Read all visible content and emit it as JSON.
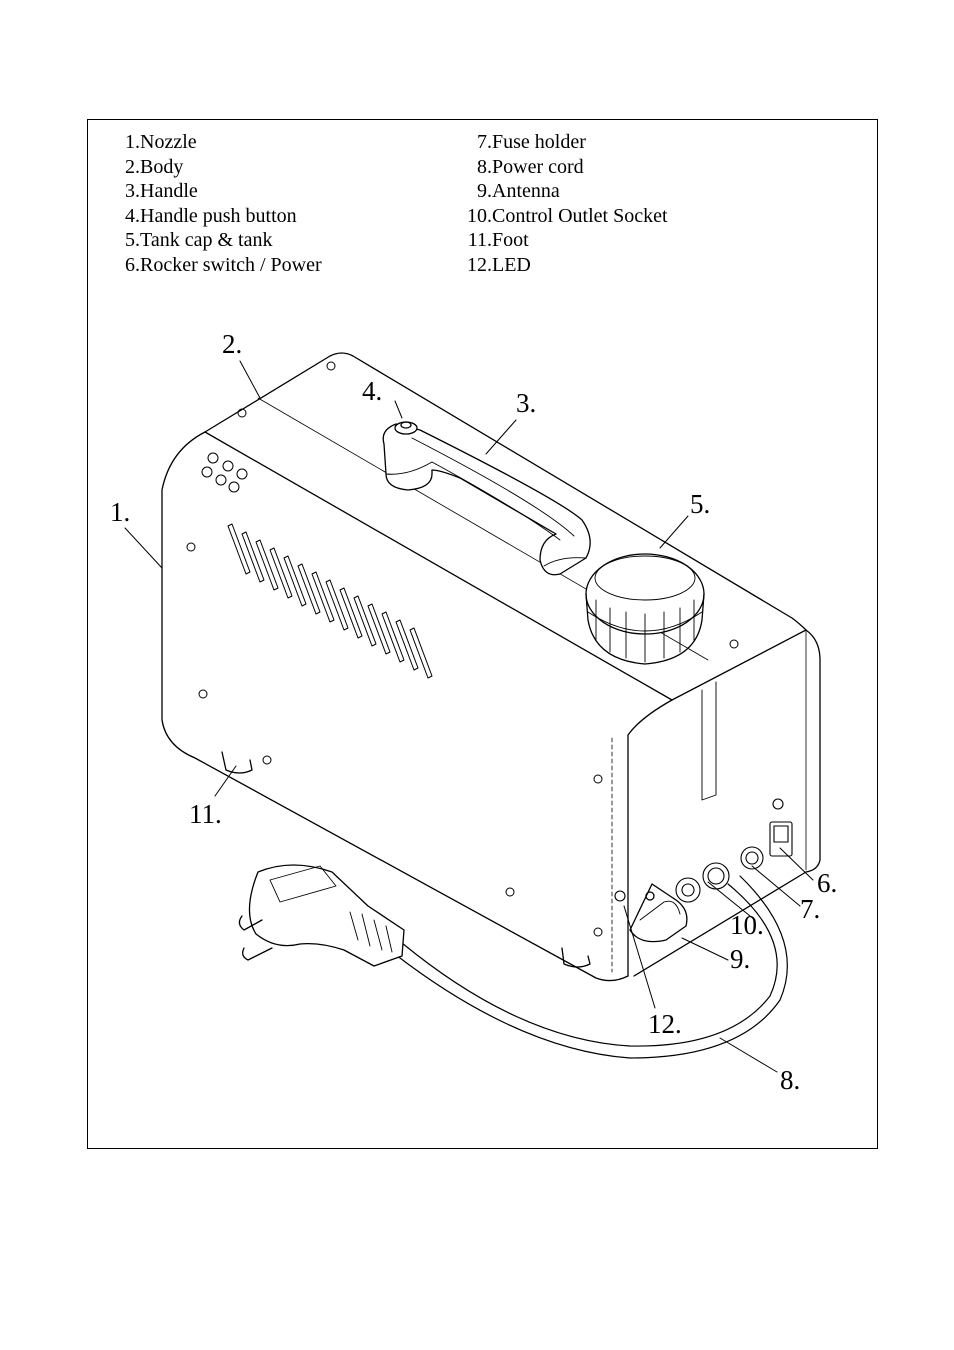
{
  "legend_left": [
    {
      "num": "1.",
      "label": "Nozzle"
    },
    {
      "num": "2.",
      "label": "Body"
    },
    {
      "num": "3.",
      "label": "Handle"
    },
    {
      "num": "4.",
      "label": "Handle push button"
    },
    {
      "num": "5.",
      "label": "Tank cap & tank"
    },
    {
      "num": "6.",
      "label": "Rocker switch / Power"
    }
  ],
  "legend_right": [
    {
      "num": "7.",
      "label": "Fuse holder"
    },
    {
      "num": "8.",
      "label": "Power cord"
    },
    {
      "num": "9.",
      "label": "Antenna"
    },
    {
      "num": "10.",
      "label": "Control Outlet Socket"
    },
    {
      "num": "11.",
      "label": "Foot"
    },
    {
      "num": "12.",
      "label": "LED"
    }
  ],
  "callouts": {
    "c1": "1.",
    "c2": "2.",
    "c3": "3.",
    "c4": "4.",
    "c5": "5.",
    "c6": "6.",
    "c7": "7.",
    "c8": "8.",
    "c9": "9.",
    "c10": "10.",
    "c11": "11.",
    "c12": "12."
  }
}
